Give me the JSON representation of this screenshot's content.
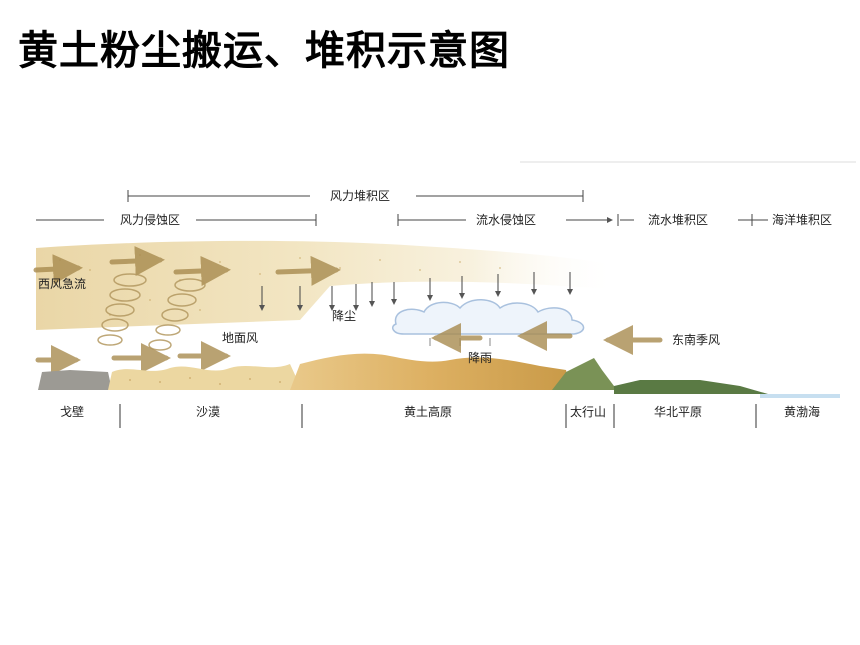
{
  "title": "黄土粉尘搬运、堆积示意图",
  "zones_top": {
    "wind_deposit": "风力堆积区",
    "wind_erosion": "风力侵蚀区",
    "water_erosion": "流水侵蚀区",
    "water_deposit": "流水堆积区",
    "marine_deposit": "海洋堆积区"
  },
  "processes": {
    "westerly_jet": "西风急流",
    "surface_wind": "地面风",
    "dust_fall": "降尘",
    "rainfall": "降雨",
    "se_monsoon": "东南季风"
  },
  "regions": {
    "gobi": "戈壁",
    "desert": "沙漠",
    "loess_plateau": "黄土高原",
    "taihang": "太行山",
    "north_china_plain": "华北平原",
    "bohai": "黄渤海"
  }
}
